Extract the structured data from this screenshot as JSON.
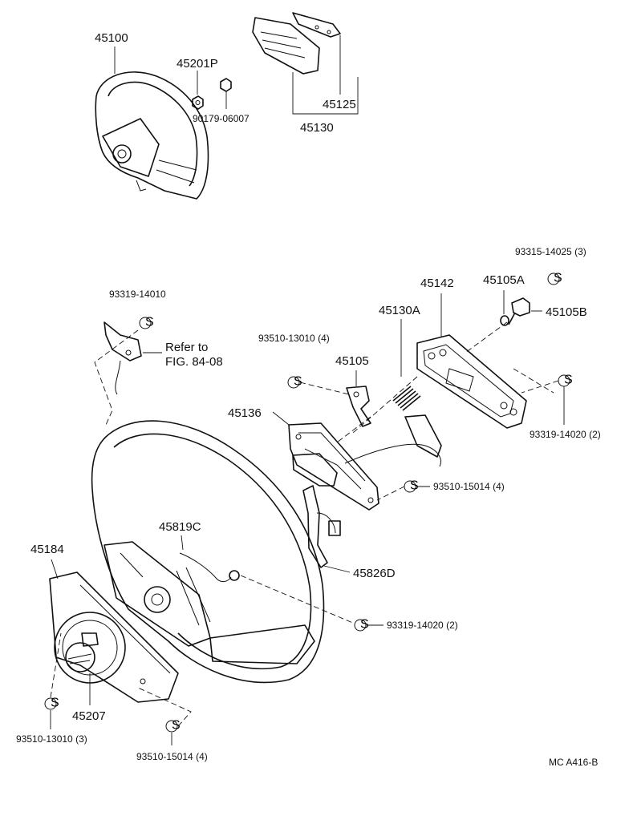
{
  "callouts": {
    "p45100": "45100",
    "p45201P": "45201P",
    "p90179": "90179-06007",
    "p45125": "45125",
    "p45130": "45130",
    "p93315": "93315-14025 (3)",
    "p45142": "45142",
    "p45105A": "45105A",
    "p45105B": "45105B",
    "p45130A": "45130A",
    "p93319_14010": "93319-14010",
    "refer_line1": "Refer to",
    "refer_line2": "FIG. 84-08",
    "p93510_13010_4": "93510-13010 (4)",
    "p45105": "45105",
    "p45136": "45136",
    "p93319_14020_right": "93319-14020 (2)",
    "p93510_15014_right": "93510-15014 (4)",
    "p45819C": "45819C",
    "p45826D": "45826D",
    "p45184": "45184",
    "p93319_14020_mid": "93319-14020 (2)",
    "p45207": "45207",
    "p93510_13010_3": "93510-13010 (3)",
    "p93510_15014_bottom": "93510-15014 (4)"
  },
  "symbol_letter": "S",
  "figure_code": "MC  A416-B"
}
